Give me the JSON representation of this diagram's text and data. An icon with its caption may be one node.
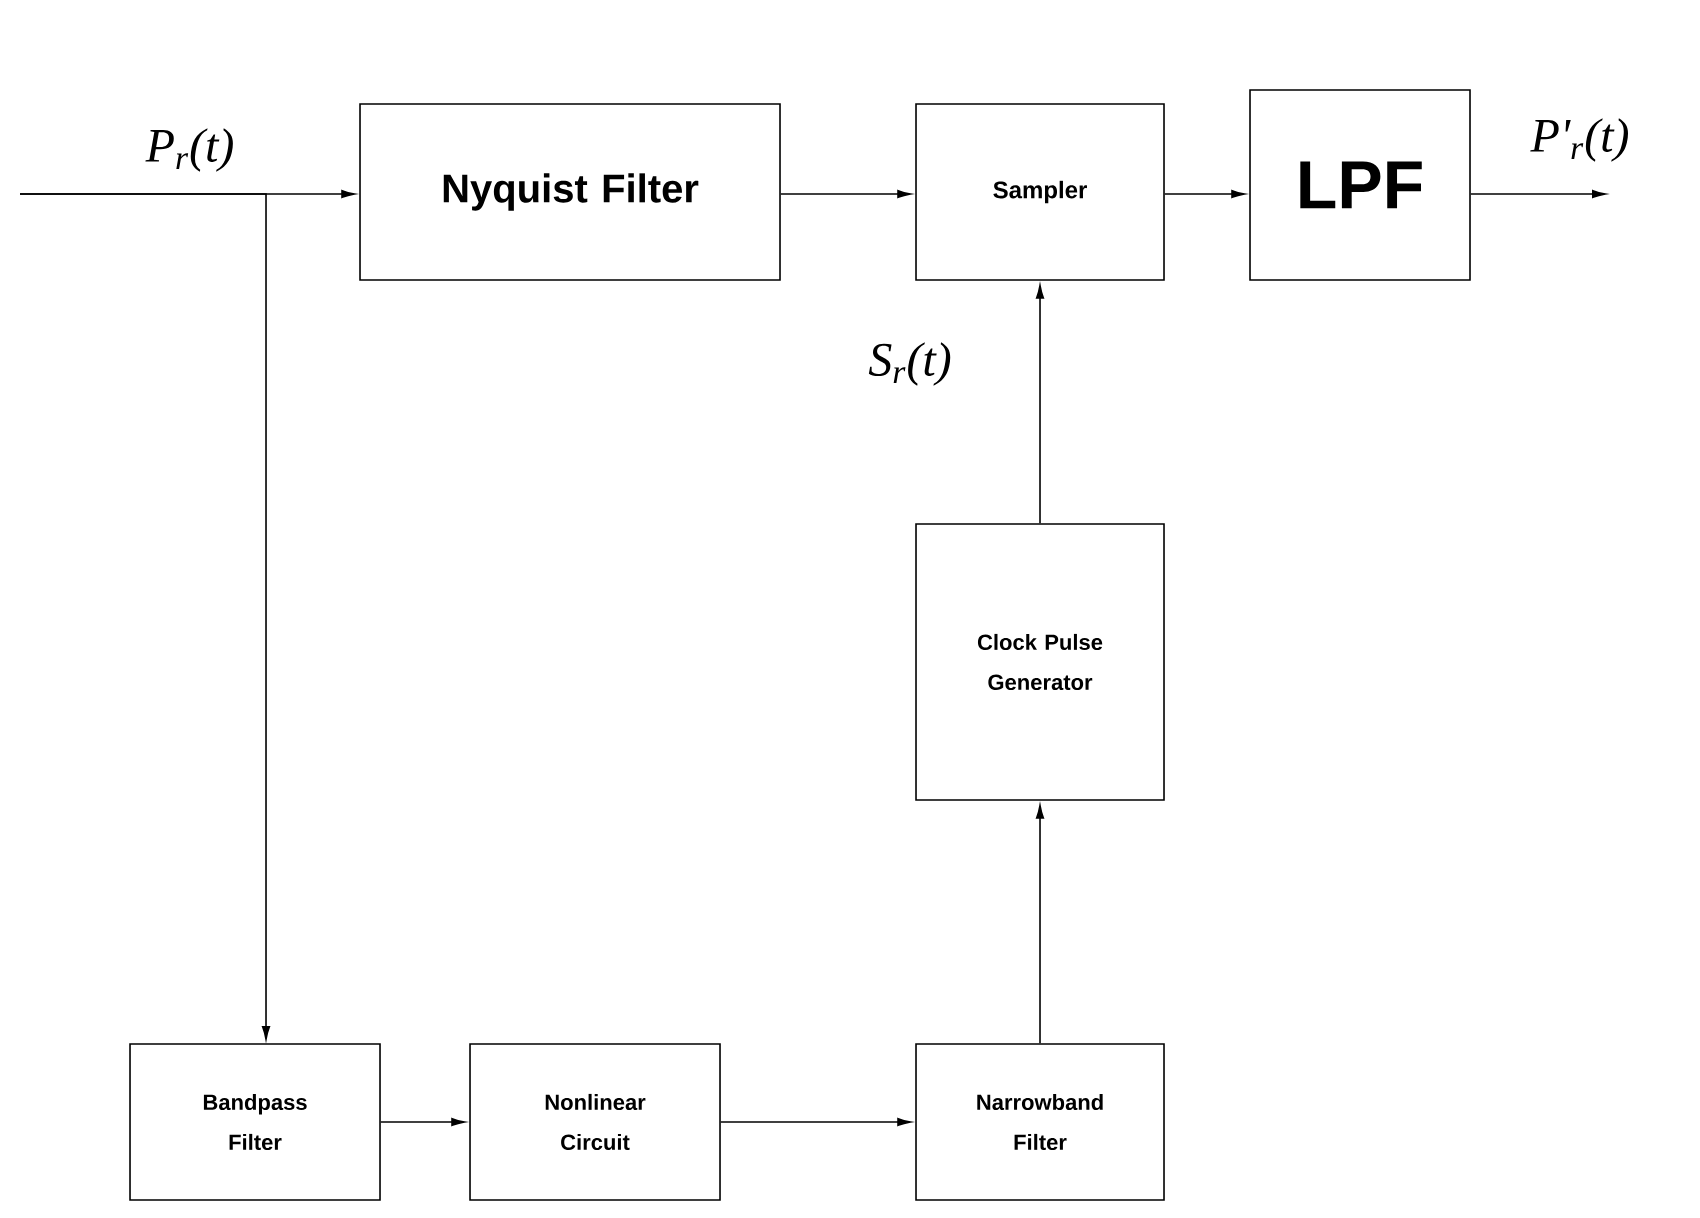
{
  "diagram": {
    "nodes": [
      {
        "text": [
          "Nyquist Filter"
        ]
      },
      {
        "text": [
          "Sampler"
        ]
      },
      {
        "text": [
          "LPF"
        ]
      },
      {
        "text": [
          "Clock Pulse Generator"
        ]
      },
      {
        "text": [
          "Bandpass Filter"
        ]
      },
      {
        "text": [
          "Nonlinear Circuit"
        ]
      },
      {
        "text": [
          "Narrowband Filter"
        ]
      }
    ],
    "edges": [
      {
        "from": null,
        "to": 0,
        "arrow": "to",
        "label": "P$_{r}$(t)"
      },
      {
        "from": null,
        "to": 4,
        "arrow": "to"
      },
      {
        "from": 0,
        "to": 1,
        "arrow": "to"
      },
      {
        "from": 1,
        "to": 2,
        "arrow": "to"
      },
      {
        "from": 2,
        "to": null,
        "arrow": "to",
        "label": "P'$_{r}$(t)"
      },
      {
        "from": 3,
        "to": 1,
        "arrow": "to",
        "label": "S$_{r}$(t)"
      },
      {
        "from": 4,
        "to": 5,
        "arrow": "to"
      },
      {
        "from": 5,
        "to": 6,
        "arrow": "to"
      },
      {
        "from": 6,
        "to": 3,
        "arrow": "to"
      }
    ]
  }
}
